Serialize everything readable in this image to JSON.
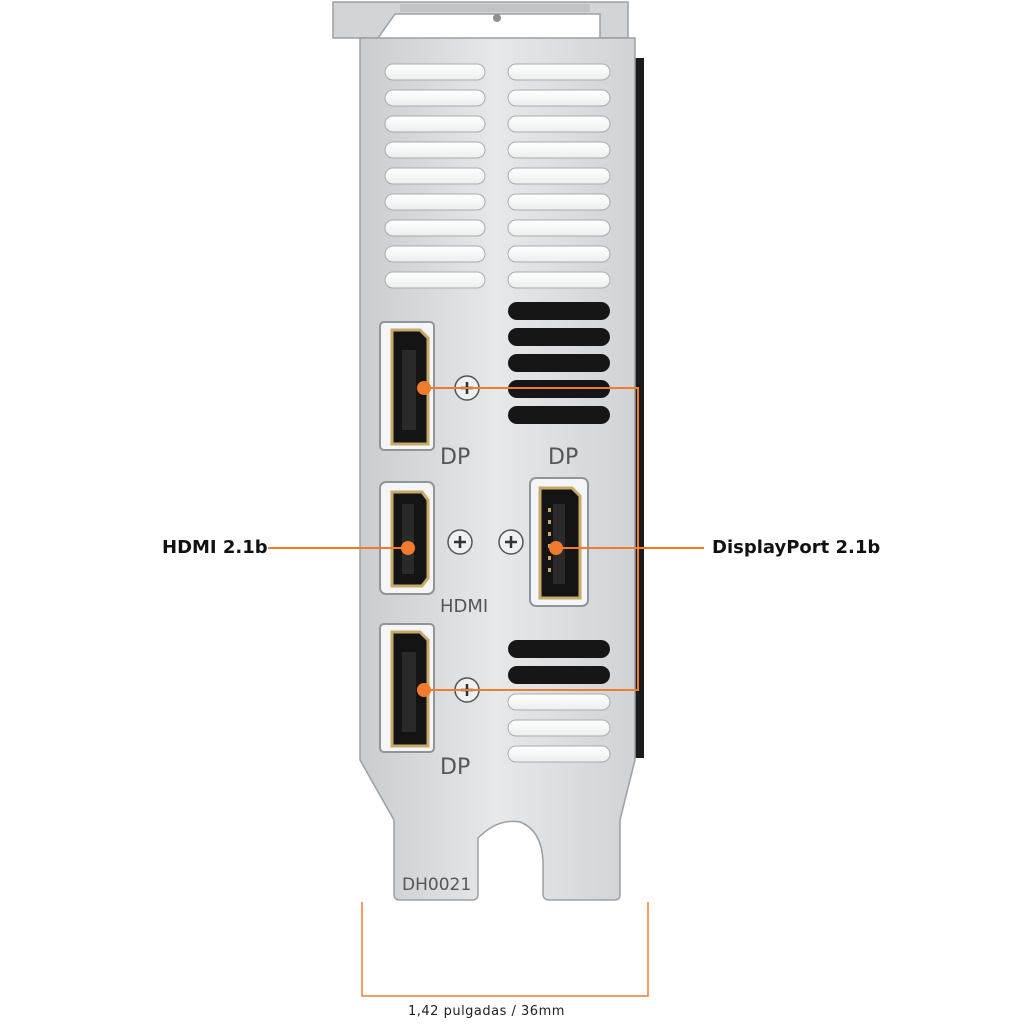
{
  "callouts": {
    "hdmi": "HDMI 2.1b",
    "displayport": "DisplayPort 2.1b"
  },
  "bracket_labels": {
    "dp_top_left": "DP",
    "dp_right": "DP",
    "hdmi": "HDMI",
    "dp_bottom_left": "DP",
    "part_code": "DH0021"
  },
  "dimension": {
    "label": "1,42 pulgadas / 36mm"
  },
  "colors": {
    "accent": "#f07b2e",
    "bracket": "#dfe2e4",
    "slot": "#1a1a1a",
    "connector_gold": "#c9a968"
  }
}
